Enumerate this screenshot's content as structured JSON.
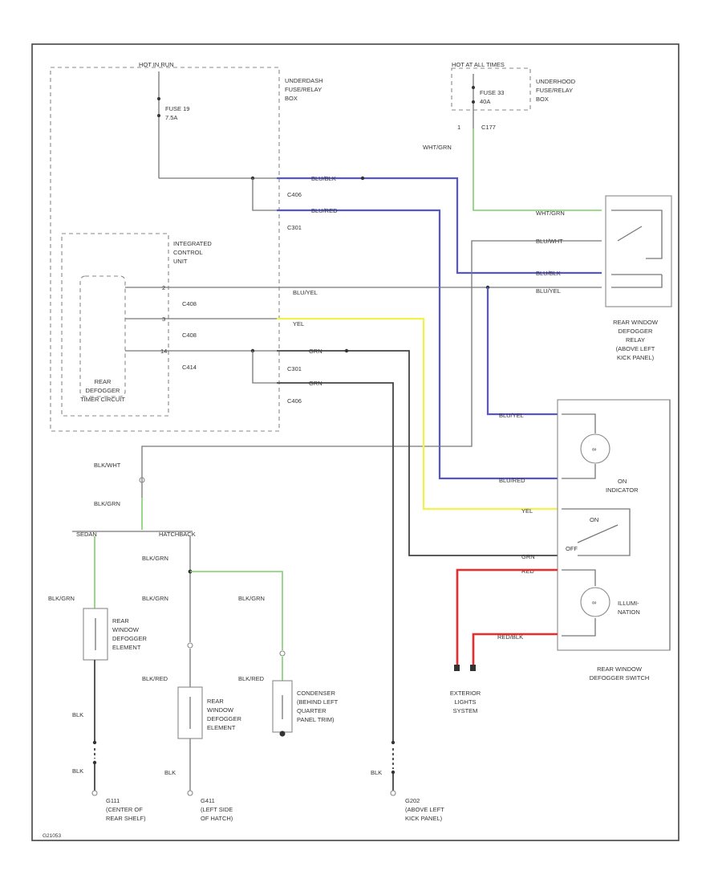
{
  "diagram": {
    "boxes": {
      "underdash": "UNDERDASH FUSE/RELAY BOX",
      "underhood": "UNDERHOOD FUSE/RELAY BOX",
      "icu": "INTEGRATED CONTROL UNIT",
      "timer": "REAR DEFOGGER TIMER CIRCUIT",
      "relay": "REAR WINDOW DEFOGGER RELAY (ABOVE LEFT KICK PANEL)",
      "switch": "REAR WINDOW DEFOGGER SWITCH"
    },
    "power": {
      "hot_in_run": "HOT IN RUN",
      "hot_at_all_times": "HOT AT ALL TIMES",
      "fuse_19": "FUSE 19 7.5A",
      "fuse_33": "FUSE 33 40A"
    },
    "connectors": [
      "C406",
      "C301",
      "C408",
      "C408",
      "C414",
      "C301",
      "C406",
      "C177"
    ],
    "wires": {
      "blu_blk_1": "BLU/BLK",
      "blu_red_1": "BLU/RED",
      "wht_grn_1": "WHT/GRN",
      "wht_grn_2": "WHT/GRN",
      "blu_wht": "BLU/WHT",
      "blu_blk_2": "BLU/BLK",
      "blu_yel_1": "BLU/YEL",
      "yel": "YEL",
      "grn": "GRN",
      "blu_yel_2": "BLU/YEL",
      "blu_red_2": "BLU/RED",
      "yel_2": "YEL",
      "grn_2": "GRN",
      "red": "RED",
      "red_blk": "RED/BLK",
      "blk_wht": "BLK/WHT",
      "blk_grn_a": "BLK/GRN",
      "blk_grn_b": "BLK/GRN",
      "blk_grn_c": "BLK/GRN",
      "blk_grn_d": "BLK/GRN",
      "blk_grn_e": "BLK/GRN",
      "blk_red": "BLK/RED",
      "blk_red_2": "BLK/RED",
      "blk_1": "BLK",
      "blk_2": "BLK",
      "blk_3": "BLK",
      "blk_4": "BLK",
      "sedan": "SEDAN",
      "hatchback": "HATCHBACK"
    },
    "pins": {
      "p2": "2",
      "p3": "3",
      "p14": "14"
    },
    "labels": {
      "defogger_element_sedan": "REAR WINDOW DEFOGGER ELEMENT",
      "defogger_element_hatch": "REAR WINDOW DEFOGGER ELEMENT",
      "condenser": "CONDENSER (BEHIND LEFT QUARTER PANEL TRIM)",
      "on_indicator": "ON INDICATOR",
      "illumination": "ILLUMINATION",
      "on": "ON",
      "off": "OFF",
      "exterior_lights": "EXTERIOR LIGHTS SYSTEM",
      "g111": "G111 (CENTER OF REAR SHELF)",
      "g411": "G411 (LEFT SIDE OF HATCH)",
      "g202": "G202 (ABOVE LEFT KICK PANEL)",
      "footer_code": "G21053"
    },
    "colors": {
      "blue": "#5555d0",
      "yellow": "#f2f24a",
      "green": "#7ecf6a",
      "red": "#ee2a2a",
      "black": "#444444"
    }
  }
}
